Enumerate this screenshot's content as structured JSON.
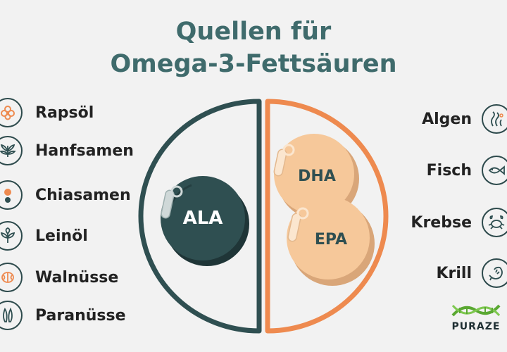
{
  "title": {
    "line1": "Quellen für",
    "line2": "Omega-3-Fettsäuren"
  },
  "plant_sources": [
    {
      "label": "Rapsöl",
      "icon": "rapeseed-flower-icon"
    },
    {
      "label": "Hanfsamen",
      "icon": "hemp-leaf-icon"
    },
    {
      "label": "Chiasamen",
      "icon": "chia-seed-icon"
    },
    {
      "label": "Leinöl",
      "icon": "flax-plant-icon"
    },
    {
      "label": "Walnüsse",
      "icon": "walnut-icon"
    },
    {
      "label": "Paranüsse",
      "icon": "brazil-nut-icon"
    }
  ],
  "marine_sources": [
    {
      "label": "Algen",
      "icon": "algae-icon"
    },
    {
      "label": "Fisch",
      "icon": "fish-icon"
    },
    {
      "label": "Krebse",
      "icon": "crab-icon"
    },
    {
      "label": "Krill",
      "icon": "shrimp-icon"
    }
  ],
  "fatty_acids": {
    "ala": "ALA",
    "dha": "DHA",
    "epa": "EPA"
  },
  "logo": {
    "text": "PURAZE"
  },
  "colors": {
    "title": "#3f6b6c",
    "plant": "#2f4f51",
    "marine": "#ee8a4f",
    "capsule_light": "#f6c89a",
    "background": "#f2f2f2",
    "logo_green": "#5aa832"
  }
}
